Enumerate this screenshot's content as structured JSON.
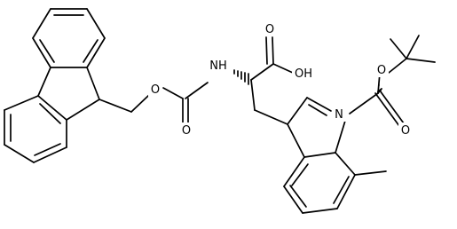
{
  "atom_labels": {
    "o_ester": "O",
    "o_carbamate_carbonyl": "O",
    "nh_amide": "NH",
    "o_acid_carbonyl": "O",
    "oh_acid": "OH",
    "n_indole": "N",
    "o_boc_ester": "O",
    "o_boc_carbonyl": "O"
  },
  "colors": {
    "bond": "#000000",
    "label": "#000000",
    "background": "#ffffff"
  }
}
